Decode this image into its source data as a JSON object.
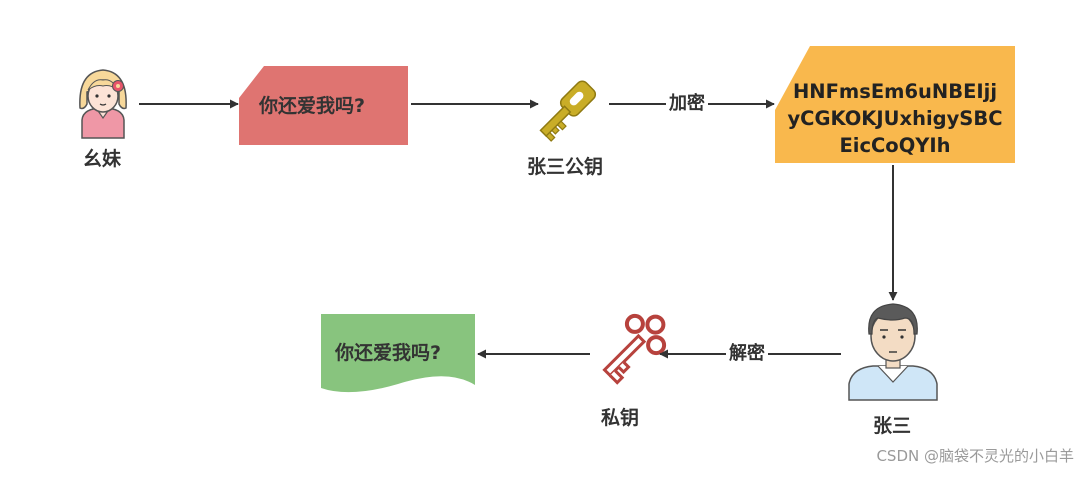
{
  "nodes": {
    "sender": "幺妹",
    "plaintext": "你还爱我吗?",
    "public_key": "张三公钥",
    "ciphertext_lines": [
      "HNFmsEm6uNBEIjj",
      "yCGKOKJUxhigySBC",
      "EicCoQYIh"
    ],
    "receiver": "张三",
    "private_key": "私钥",
    "decrypted_text": "你还爱我吗?"
  },
  "edges": {
    "encrypt": "加密",
    "decrypt": "解密"
  },
  "watermark": "CSDN @脑袋不灵光的小白羊",
  "colors": {
    "plaintext_fill": "#df7471",
    "ciphertext_fill": "#f9b84d",
    "decrypted_fill": "#88c47e",
    "public_key": "#c9ad27",
    "private_key": "#b7423d",
    "arrow": "#333333"
  },
  "icons": [
    "girl-avatar-icon",
    "gold-key-icon",
    "man-avatar-icon",
    "red-key-icon"
  ]
}
